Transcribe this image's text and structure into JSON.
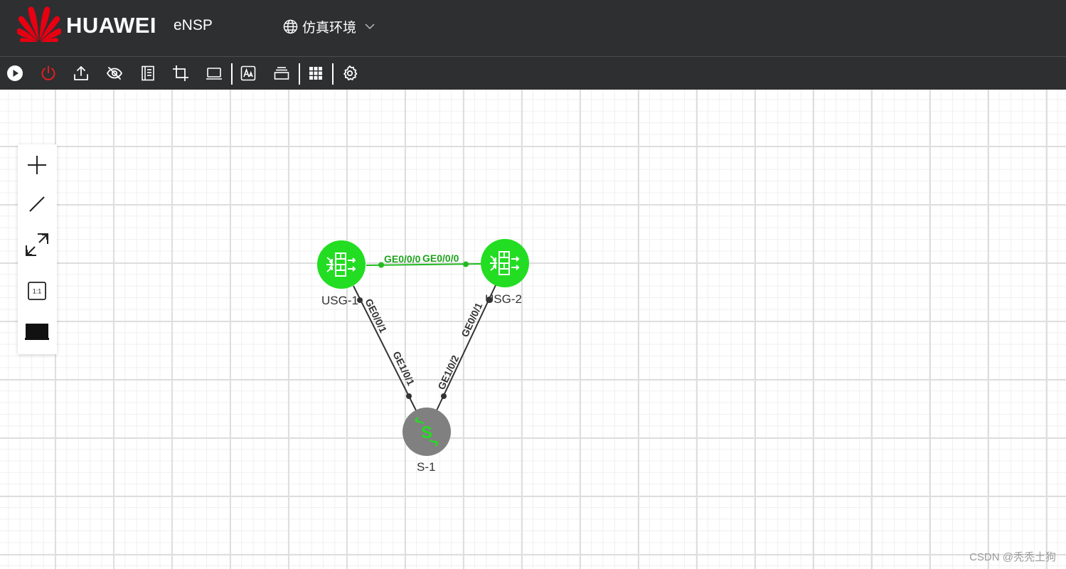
{
  "header": {
    "brand": "HUAWEI",
    "app_name": "eNSP",
    "environment": "仿真环境"
  },
  "toolbar": {
    "buttons": [
      {
        "name": "start",
        "icon": "play-icon"
      },
      {
        "name": "stop",
        "icon": "power-icon"
      },
      {
        "name": "upload",
        "icon": "upload-icon"
      },
      {
        "name": "hide",
        "icon": "eye-off-icon"
      },
      {
        "name": "notes",
        "icon": "document-icon"
      },
      {
        "name": "crop",
        "icon": "crop-icon"
      },
      {
        "name": "terminal",
        "icon": "laptop-icon"
      },
      {
        "name": "text",
        "icon": "text-box-icon"
      },
      {
        "name": "layers",
        "icon": "layers-icon"
      },
      {
        "name": "grid",
        "icon": "grid-icon"
      },
      {
        "name": "settings",
        "icon": "gear-icon"
      }
    ]
  },
  "palette": {
    "tools": [
      {
        "name": "add",
        "icon": "plus-icon"
      },
      {
        "name": "connect",
        "icon": "line-icon"
      },
      {
        "name": "fit",
        "icon": "fit-screen-icon"
      },
      {
        "name": "actual-size",
        "icon": "one-to-one-icon",
        "text": "1:1"
      },
      {
        "name": "fullscreen",
        "icon": "monitor-icon"
      }
    ]
  },
  "topology": {
    "nodes": [
      {
        "id": "usg1",
        "label": "USG-1",
        "type": "firewall",
        "color": "#22dd22"
      },
      {
        "id": "usg2",
        "label": "USG-2",
        "type": "firewall",
        "color": "#22dd22"
      },
      {
        "id": "s1",
        "label": "S-1",
        "type": "switch",
        "color": "#808080",
        "glyph": "S"
      }
    ],
    "links": [
      {
        "from": "usg1",
        "to": "usg2",
        "from_port": "GE0/0/0",
        "to_port": "GE0/0/0",
        "color": "#22bb22"
      },
      {
        "from": "usg1",
        "to": "s1",
        "from_port": "GE0/0/1",
        "to_port": "GE1/0/1",
        "color": "#333333"
      },
      {
        "from": "usg2",
        "to": "s1",
        "from_port": "GE0/0/1",
        "to_port": "GE1/0/2",
        "color": "#333333"
      }
    ]
  },
  "watermark": "CSDN @秃秃土狗"
}
